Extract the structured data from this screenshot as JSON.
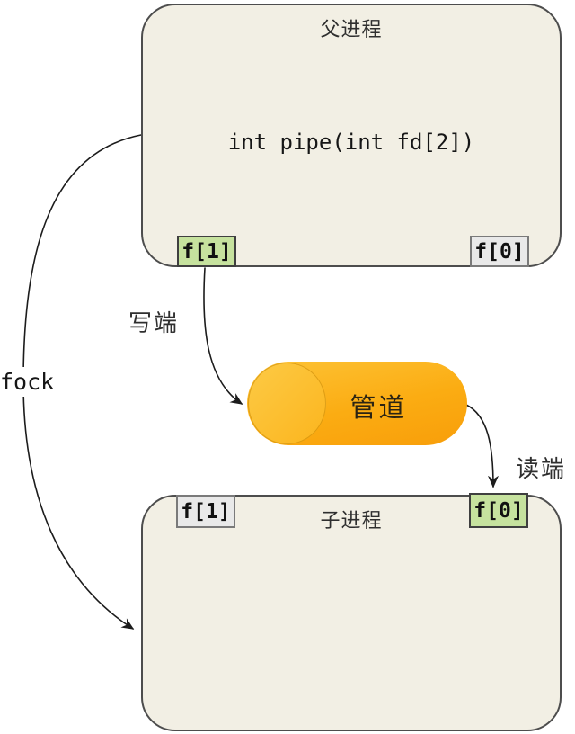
{
  "diagram": {
    "parent_box": {
      "title": "父进程",
      "body_text": "int pipe(int fd[2])",
      "fd_write_label": "f[1]",
      "fd_read_label": "f[0]"
    },
    "child_box": {
      "title": "子进程",
      "fd_write_label": "f[1]",
      "fd_read_label": "f[0]"
    },
    "pipe": {
      "label": "管道"
    },
    "arrows": {
      "fork_label": "fock",
      "write_end_label": "写端",
      "read_end_label": "读端"
    }
  },
  "colors": {
    "background": "#ffffff",
    "process_box_fill": "#f2efe4",
    "process_box_border": "#4d4d4d",
    "fd_active_fill": "#c6e29e",
    "fd_active_border": "#3f3f3f",
    "fd_inactive_fill": "#e9e9e9",
    "fd_inactive_border": "#7a7a7a",
    "pipe_gradient_light": "#fdc336",
    "pipe_gradient_dark": "#f89e0a",
    "arrow_stroke": "#1c1c1c",
    "text": "#2f2f2f"
  }
}
